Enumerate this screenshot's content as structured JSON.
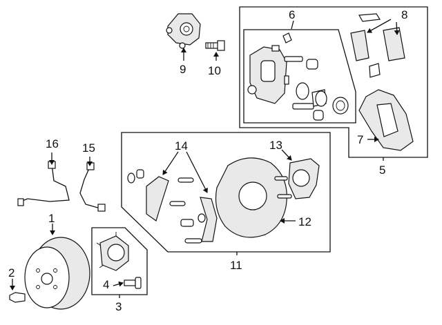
{
  "callouts": {
    "c1": "1",
    "c2": "2",
    "c3": "3",
    "c4": "4",
    "c5": "5",
    "c6": "6",
    "c7": "7",
    "c8": "8",
    "c9": "9",
    "c10": "10",
    "c11": "11",
    "c12": "12",
    "c13": "13",
    "c14": "14",
    "c15": "15",
    "c16": "16"
  },
  "colors": {
    "line": "#111111",
    "background": "#ffffff",
    "shade": "#e9e9e9"
  }
}
